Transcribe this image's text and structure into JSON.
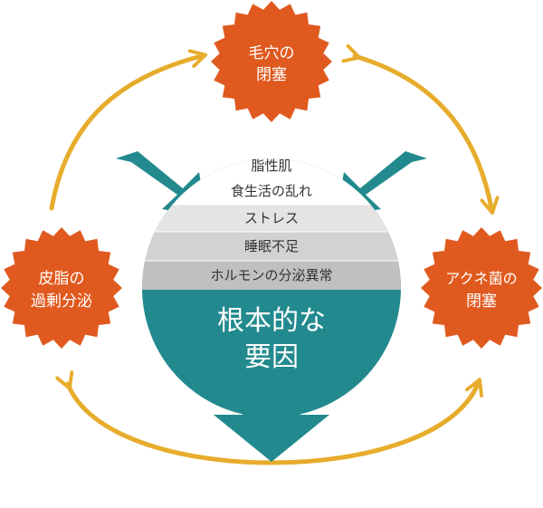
{
  "colors": {
    "teal": "#228a8e",
    "orange": "#e05a1f",
    "gold": "#e7ac2c",
    "white": "#ffffff",
    "stripe_white": "#ffffff",
    "stripe_light": "#e4e4e4",
    "stripe_mid": "#d2d2d2",
    "stripe_dark": "#c0c0c0",
    "dark_text": "#333333"
  },
  "badges": {
    "top": {
      "line1": "毛穴の",
      "line2": "閉塞"
    },
    "left": {
      "line1": "皮脂の",
      "line2": "過剰分泌"
    },
    "right": {
      "line1": "アクネ菌の",
      "line2": "閉塞"
    }
  },
  "factors": [
    "脂性肌",
    "食生活の乱れ",
    "ストレス",
    "睡眠不足",
    "ホルモンの分泌異常"
  ],
  "center": {
    "line1": "根本的な",
    "line2": "要因"
  }
}
